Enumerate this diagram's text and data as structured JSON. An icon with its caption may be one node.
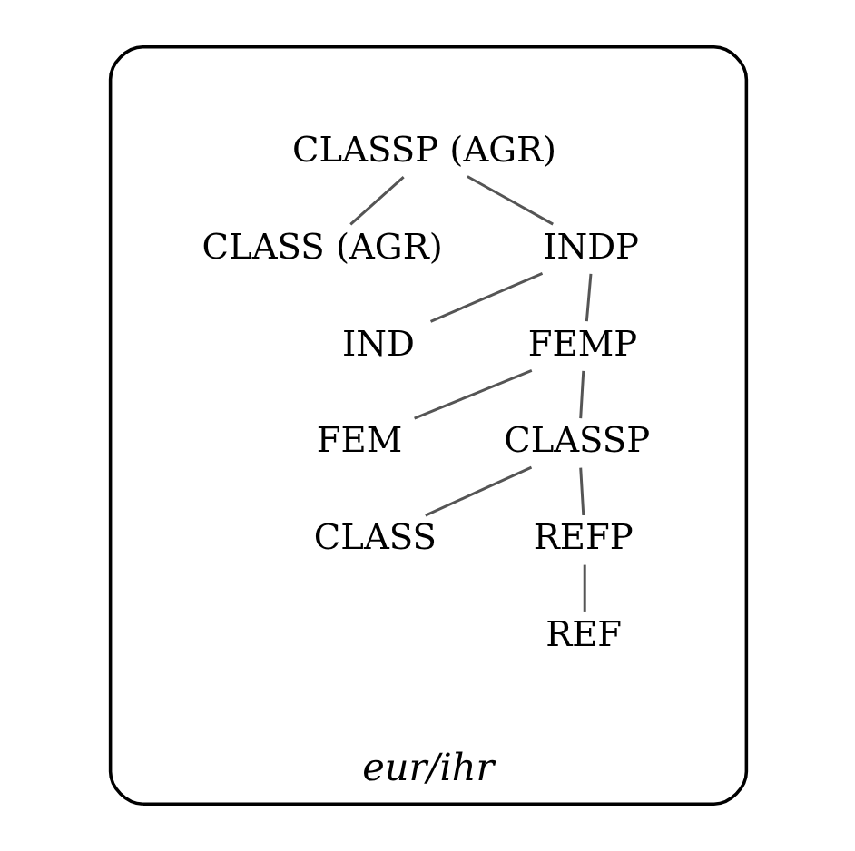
{
  "diagram": {
    "nodes": [
      {
        "text": [
          "eur/ihr"
        ]
      },
      {
        "text": [
          "CLASSP (AGR)"
        ],
        "in": 0
      },
      {
        "text": [
          "CLASS (AGR)"
        ],
        "in": 0
      },
      {
        "text": [
          "INDP"
        ],
        "in": 0
      },
      {
        "text": [
          "IND"
        ],
        "in": 0
      },
      {
        "text": [
          "FEMP"
        ],
        "in": 0
      },
      {
        "text": [
          "FEM"
        ],
        "in": 0
      },
      {
        "text": [
          "CLASSP"
        ],
        "in": 0
      },
      {
        "text": [
          "CLASS"
        ],
        "in": 0
      },
      {
        "text": [
          "REFP"
        ],
        "in": 0
      },
      {
        "text": [
          "REF"
        ],
        "in": 0
      }
    ],
    "edges": [
      {
        "from": 1,
        "to": 2,
        "arrow": "none"
      },
      {
        "from": 1,
        "to": 3,
        "arrow": "none"
      },
      {
        "from": 3,
        "to": 4,
        "arrow": "none"
      },
      {
        "from": 3,
        "to": 5,
        "arrow": "none"
      },
      {
        "from": 5,
        "to": 6,
        "arrow": "none"
      },
      {
        "from": 5,
        "to": 7,
        "arrow": "none"
      },
      {
        "from": 7,
        "to": 8,
        "arrow": "none"
      },
      {
        "from": 7,
        "to": 9,
        "arrow": "none"
      },
      {
        "from": 9,
        "to": 10,
        "arrow": "none"
      }
    ]
  }
}
